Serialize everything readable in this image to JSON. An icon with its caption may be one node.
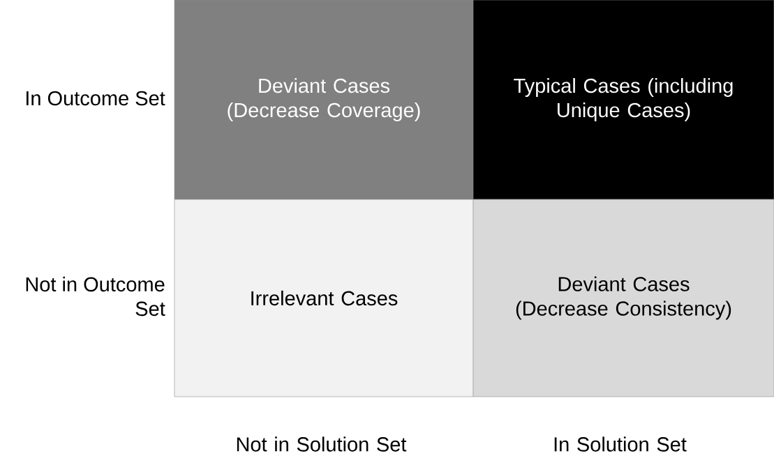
{
  "diagram": {
    "nodes": [
      {
        "text": [
          "Deviant Cases (Decrease Coverage)"
        ]
      },
      {
        "text": [
          "Typical Cases (including Unique Cases)"
        ]
      },
      {
        "text": [
          "Irrelevant Cases"
        ]
      },
      {
        "text": [
          "Deviant Cases (Decrease Consistency)"
        ]
      }
    ],
    "labels": [
      "In Outcome Set",
      "Not in Outcome Set",
      "Not in Solution Set",
      "In Solution Set"
    ]
  }
}
